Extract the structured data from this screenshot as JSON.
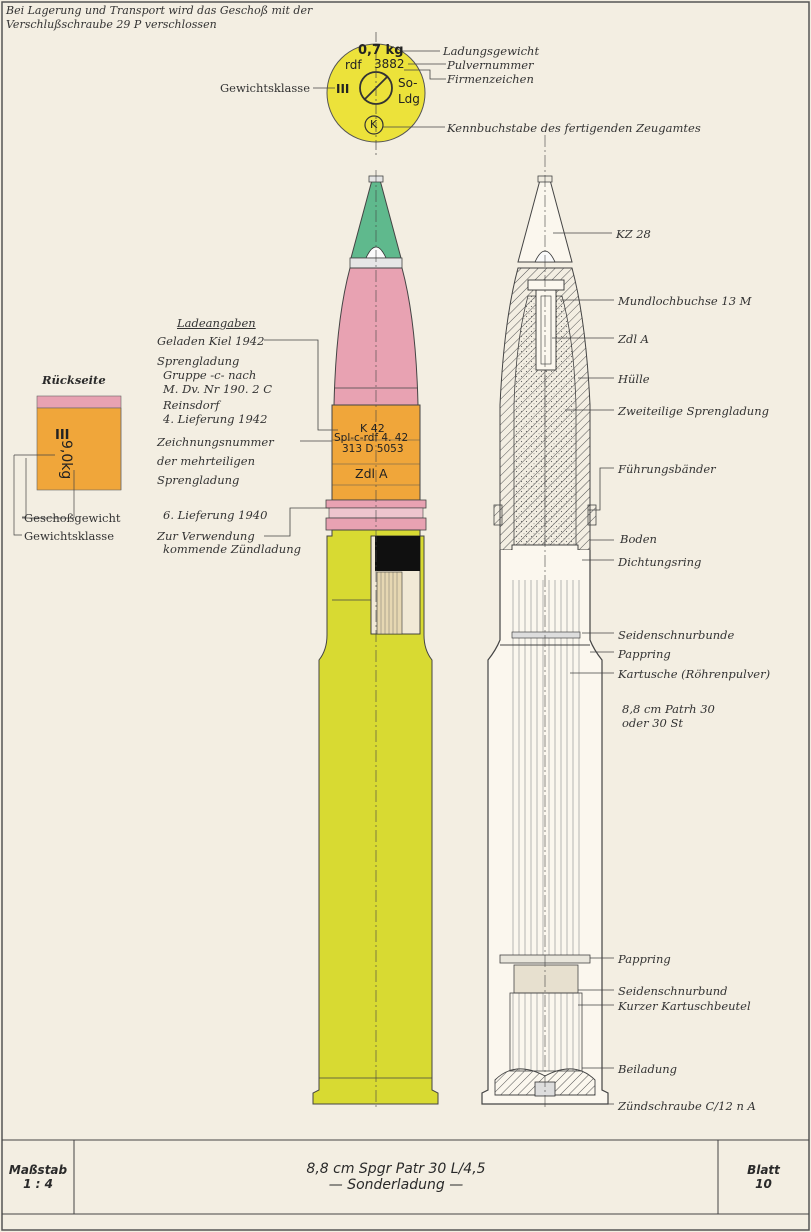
{
  "note": {
    "line1": "Bei Lagerung und Transport wird das Geschoß mit der",
    "line2": "Verschlußschraube 29 P verschlossen"
  },
  "stamp": {
    "weight": "0,7 kg",
    "powder_prefix": "rdf",
    "powder_number": "3882",
    "class_mark": "III",
    "so": "So-",
    "ldg": "Ldg",
    "k_letter": "K",
    "labels": {
      "ladungsgewicht": "Ladungsgewicht",
      "pulvernummer": "Pulvernummer",
      "firmenzeichen": "Firmenzeichen",
      "gewichtsklasse": "Gewichtsklasse",
      "kennbuchstabe": "Kennbuchstabe des fertigenden Zeugamtes"
    }
  },
  "rueckseite": {
    "title": "Rückseite",
    "class_mark": "III",
    "weight": "9,0kg",
    "geschossgewicht": "Geschoßgewicht",
    "gewichtsklasse": "Gewichtsklasse"
  },
  "ladeangaben": {
    "title": "Ladeangaben",
    "geladen": "Geladen Kiel 1942",
    "sprengladung": "Sprengladung",
    "gruppe": "Gruppe -c- nach",
    "mdv": "M. Dv. Nr 190. 2 C",
    "reinsdorf": "Reinsdorf",
    "lieferung4": "4. Lieferung 1942",
    "zeichnung1": "Zeichnungsnummer",
    "zeichnung2": "der     mehrteiligen",
    "zeichnung3": "Sprengladung",
    "lieferung6": "6. Lieferung 1940",
    "zur1": "Zur Verwendung",
    "zur2": "kommende Zündladung"
  },
  "shell_marks": {
    "k42": "K   42",
    "spl": "Spl-c-rdf 4. 42",
    "code": "313 D   5053",
    "zdl": "Zdl A"
  },
  "section_labels": {
    "kz28": "KZ 28",
    "mundloch": "Mundlochbuchse 13 M",
    "zdla": "Zdl A",
    "huelle": "Hülle",
    "zweiteilige": "Zweiteilige Sprengladung",
    "fuehrung": "Führungsbänder",
    "boden": "Boden",
    "dichtung": "Dichtungsring",
    "seidenbunde": "Seidenschnurbunde",
    "pappring1": "Pappring",
    "kartusche": "Kartusche (Röhrenpulver)",
    "patrh1": "8,8 cm Patrh 30",
    "patrh2": "oder 30 St",
    "pappring2": "Pappring",
    "seidenbund": "Seidenschnurbund",
    "kurzer": "Kurzer Kartuschbeutel",
    "beiladung": "Beiladung",
    "zuendschraube": "Zündschraube C/12 n A"
  },
  "title_block": {
    "massstab_label": "Maßstab",
    "massstab_value": "1 : 4",
    "title": "8,8 cm Spgr Patr 30 L/4,5",
    "subtitle": "— Sonderladung —",
    "blatt_label": "Blatt",
    "blatt_value": "10"
  },
  "colors": {
    "paper": "#f3eee2",
    "fuze_green": "#5fb98d",
    "pink": "#e8a2b2",
    "orange": "#f0a63a",
    "case_yellow": "#d8da32",
    "stamp_yellow": "#ece23a",
    "line": "#333333"
  }
}
